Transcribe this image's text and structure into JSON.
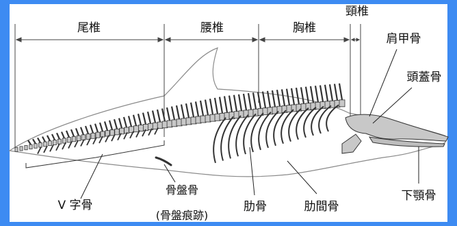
{
  "diagram": {
    "section_labels": {
      "caudal": "尾椎",
      "lumbar": "腰椎",
      "thoracic": "胸椎",
      "cervical": "頸椎"
    },
    "part_labels": {
      "scapula": "肩甲骨",
      "skull": "頭蓋骨",
      "chevron": "V 字骨",
      "pelvis": "骨盤骨",
      "pelvis_note": "(骨盤痕跡)",
      "rib": "肋骨",
      "intercostal": "肋間骨",
      "mandible": "下顎骨"
    },
    "colors": {
      "border": "#3d8bf2",
      "bone": "#c8c8c8",
      "bone_edge": "#333333",
      "outline": "#777777"
    }
  }
}
